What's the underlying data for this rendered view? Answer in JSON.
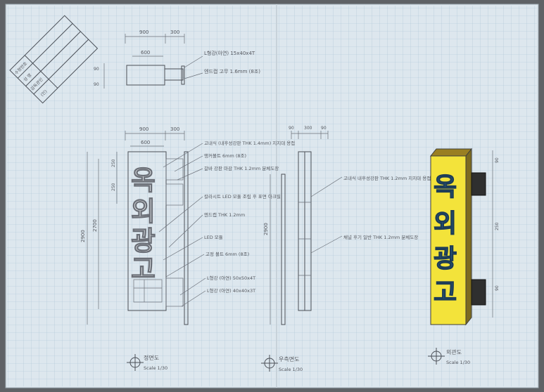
{
  "title_block": {
    "rows": [
      "수정번호",
      "성 명",
      "감독관인",
      "(인)"
    ]
  },
  "top_view": {
    "dim_left": "900",
    "dim_right": "300",
    "dim_inner": "600",
    "dim_side_1": "90",
    "dim_side_2": "90",
    "note_1": "L형강(아연) 15x40x4T",
    "note_2": "엔드캡 고무 1.6mm (8조)"
  },
  "front_view": {
    "dim_left": "900",
    "dim_right": "300",
    "dim_inner": "600",
    "dim_total": "2900",
    "dim_total_2": "2700",
    "dim_seg_1": "250",
    "dim_seg_2": "250",
    "sign_text": [
      "옥",
      "외",
      "광",
      "고"
    ],
    "notes": [
      "고내식 (내후성강판 THK 1.4mm) 지지대 용접",
      "앵커볼트 6mm (8조)",
      "갈바 강판 마감 THK 1.2mm 분체도장",
      "칼라시트 LED 모듈 조립 후 표면 아크릴",
      "엔드캡 THK 1.2mm",
      "LED 모듈",
      "고정 볼트 6mm (8조)",
      "L형강 (아연) 50x50x4T",
      "L형강 (아연) 40x40x3T"
    ],
    "caption": "정면도",
    "scale": "Scale 1/30"
  },
  "side_view": {
    "dim_a": "90",
    "dim_b": "300",
    "dim_c": "90",
    "dim_total": "2900",
    "note_1": "고내식 내후성강판 THK 1.2mm 지지대 용접",
    "note_2": "채널 후기 일반 THK 1.2mm 분체도장",
    "caption": "우측면도",
    "scale": "Scale 1/30"
  },
  "perspective": {
    "sign_text": [
      "옥",
      "외",
      "광",
      "고"
    ],
    "dim_1": "90",
    "dim_2": "250",
    "dim_3": "90",
    "caption": "외관도",
    "scale": "Scale 1/30"
  },
  "colors": {
    "paper": "#dde7ee",
    "grid": "#a9c3d4",
    "sign_yellow": "#f3e33a",
    "letter_blue": "#2a5e86",
    "bracket_black": "#2f2f2f"
  }
}
